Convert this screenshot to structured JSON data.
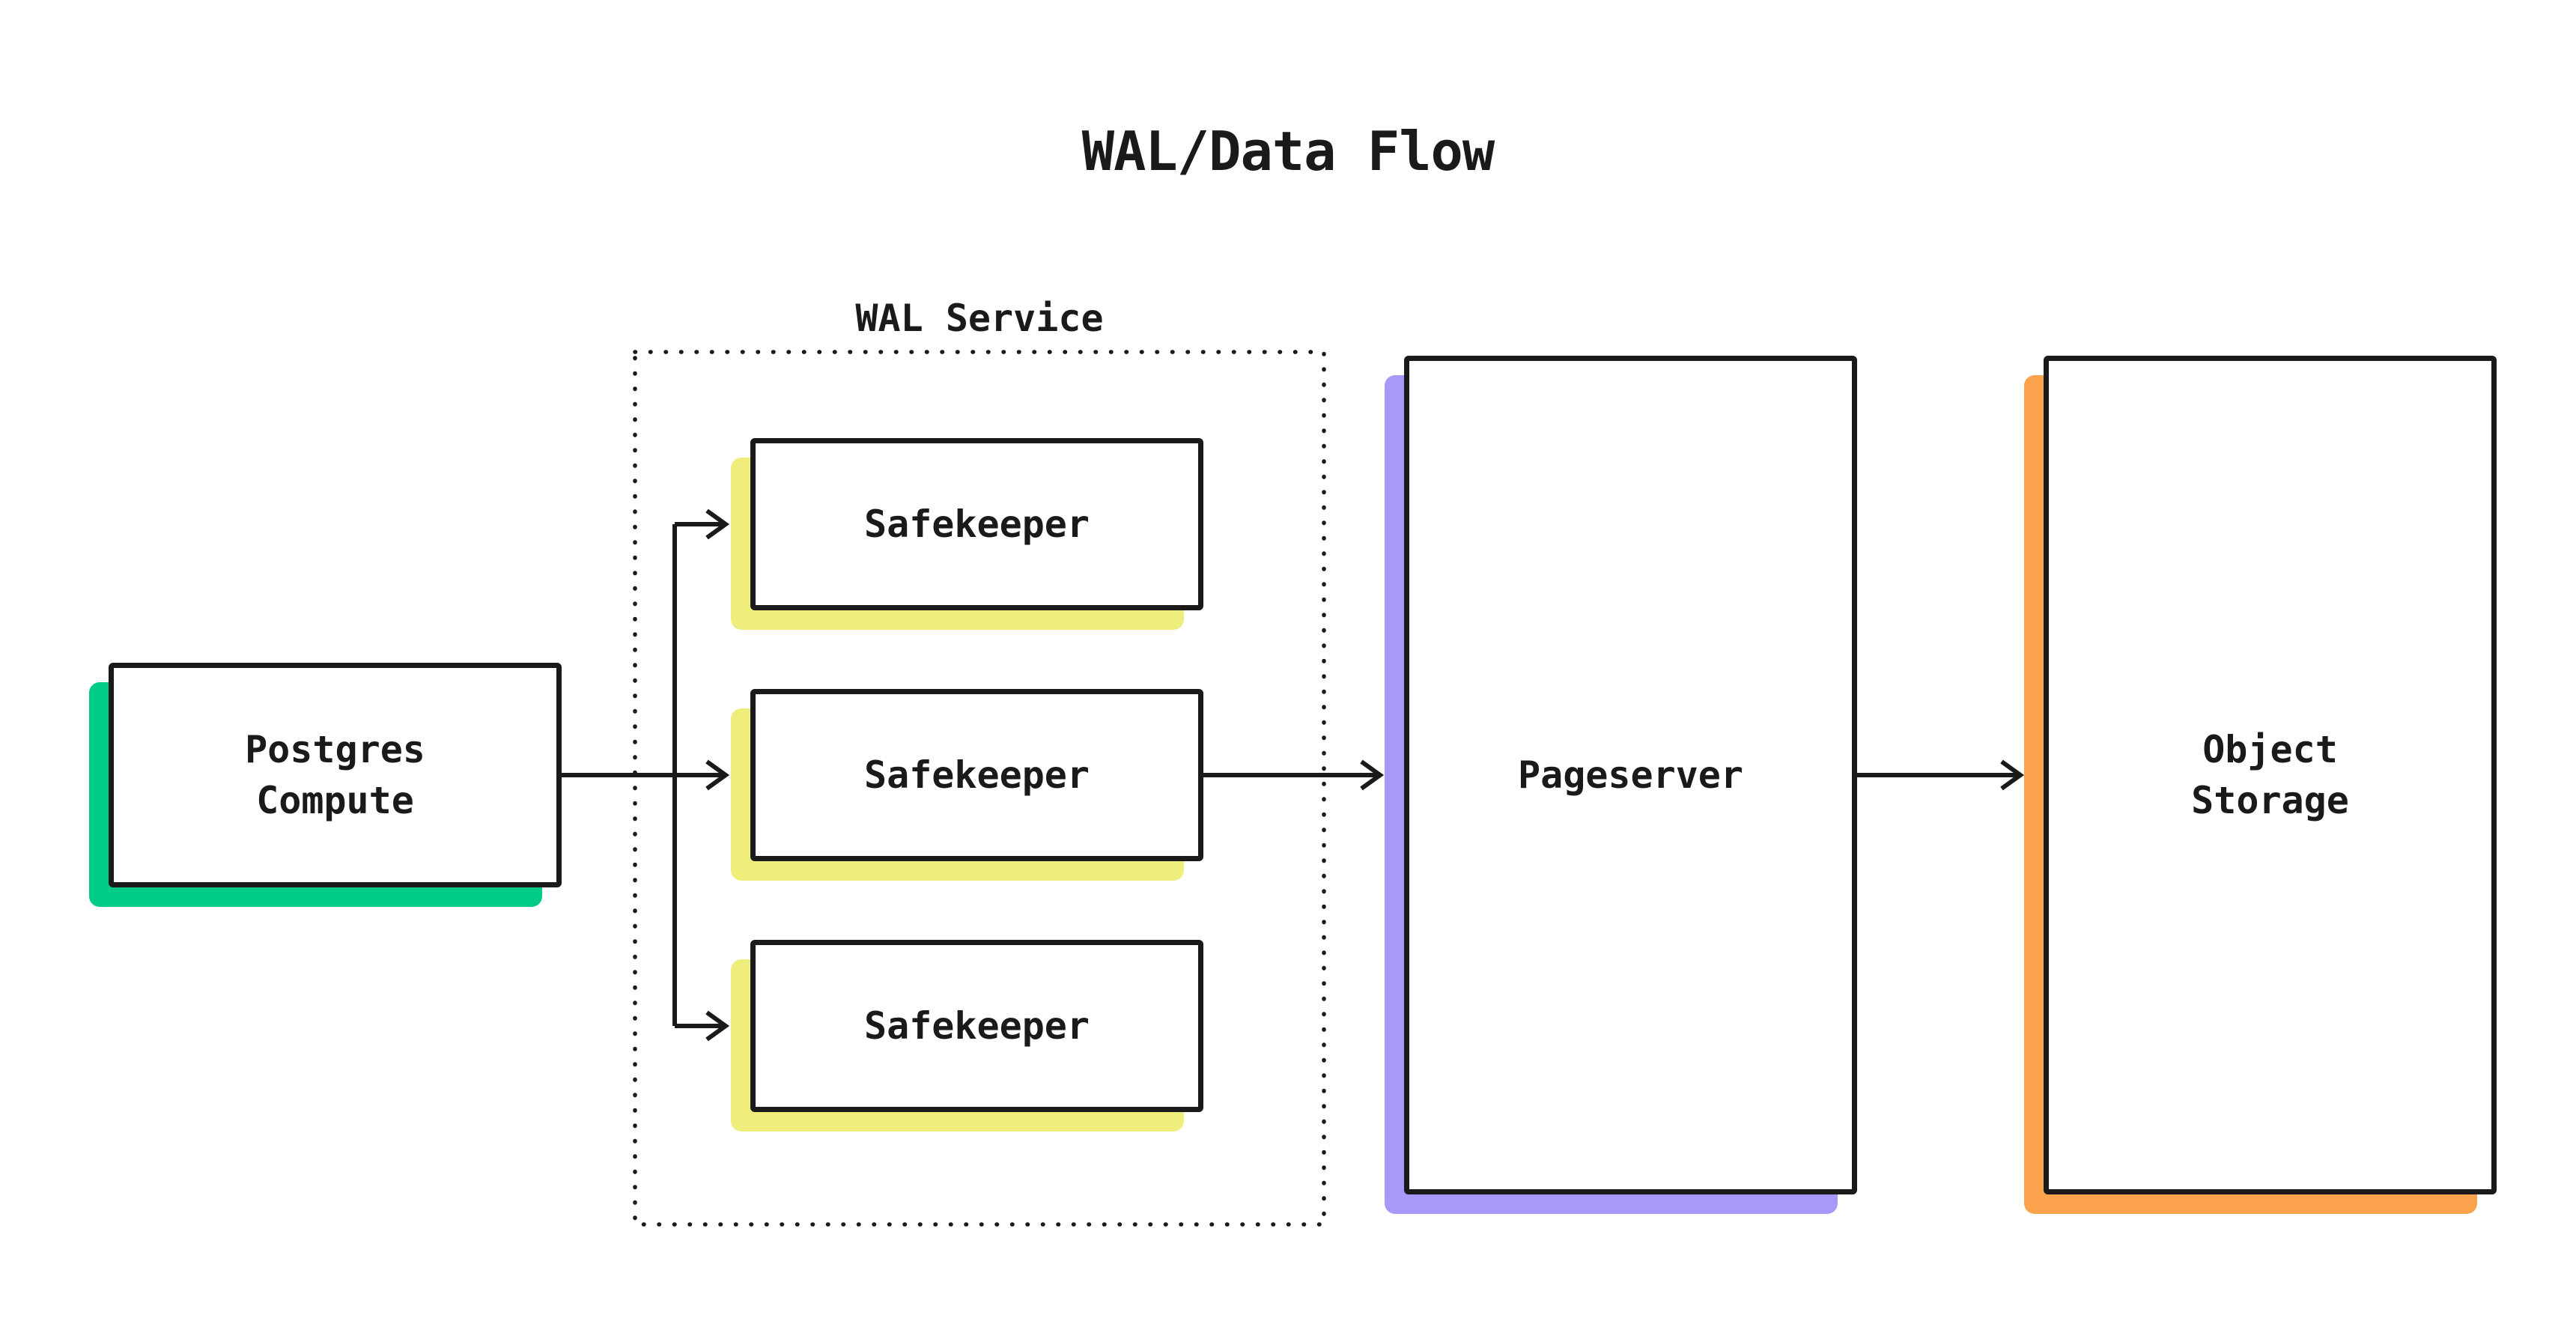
{
  "diagram": {
    "title": "WAL/Data Flow",
    "group_label": "WAL Service",
    "nodes": {
      "postgres_compute": {
        "label": "Postgres\nCompute",
        "accent": "green"
      },
      "safekeeper_1": {
        "label": "Safekeeper",
        "accent": "yellow"
      },
      "safekeeper_2": {
        "label": "Safekeeper",
        "accent": "yellow"
      },
      "safekeeper_3": {
        "label": "Safekeeper",
        "accent": "yellow"
      },
      "pageserver": {
        "label": "Pageserver",
        "accent": "purple"
      },
      "object_storage": {
        "label": "Object\nStorage",
        "accent": "orange"
      }
    },
    "colors": {
      "ink": "#1a1a1a",
      "background": "#ffffff",
      "green": "#00cc88",
      "yellow": "#efee7c",
      "purple": "#a898fa",
      "orange": "#fba24d"
    }
  }
}
